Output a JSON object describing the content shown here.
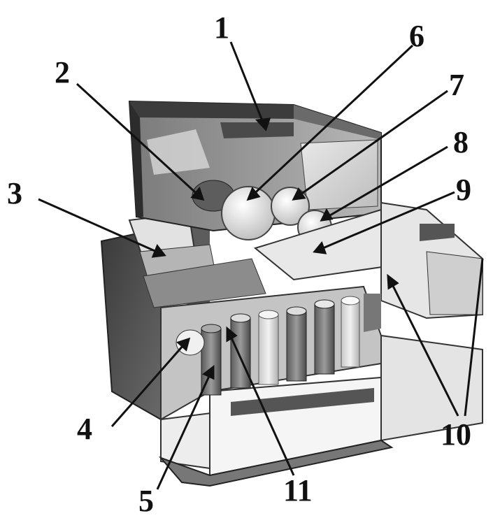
{
  "caption": "…",
  "callouts": [
    "1",
    "2",
    "3",
    "4",
    "5",
    "6",
    "7",
    "8",
    "9",
    "10",
    "11"
  ],
  "colors": {
    "ink": "#111111",
    "dark_housing": "#4a4a4a",
    "mid_housing": "#8a8a8a",
    "light_housing": "#d6d6d6",
    "drum": "#f4f4f4"
  }
}
